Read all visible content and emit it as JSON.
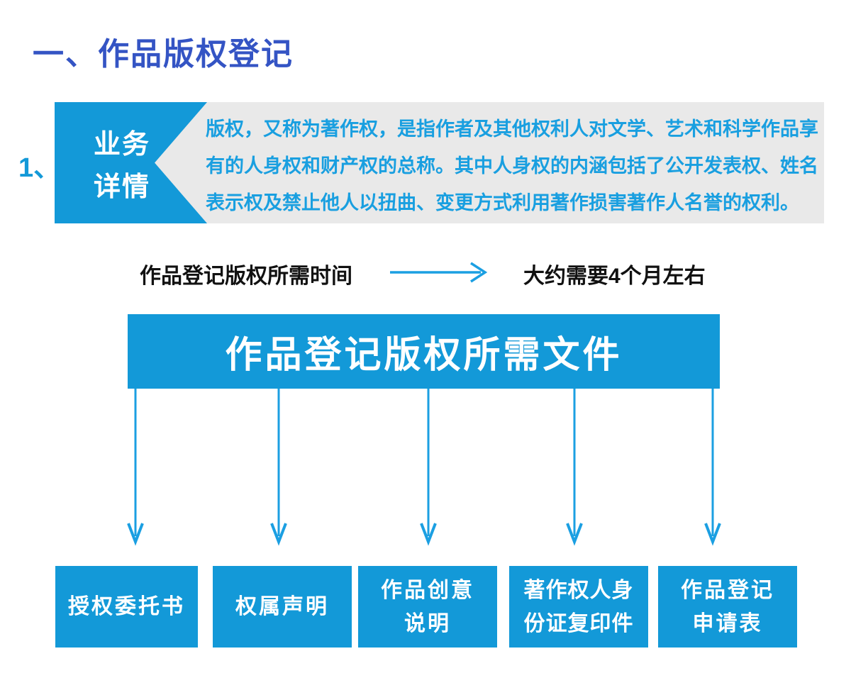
{
  "title": "一、作品版权登记",
  "item_number": "1、",
  "business": {
    "tab_line1": "业务",
    "tab_line2": "详情",
    "desc_line1": "版权，又称为著作权，是指作者及其他权利人对文学、艺术和科学作品享",
    "desc_line2": "有的人身权和财产权的总称。其中人身权的内涵包括了公开发表权、姓名",
    "desc_line3": "表示权及禁止他人以扭曲、变更方式利用著作损害著作人名誉的权利。"
  },
  "time_row": {
    "label": "作品登记版权所需时间",
    "value": "大约需要4个月左右"
  },
  "documents": {
    "banner": "作品登记版权所需文件",
    "items": [
      {
        "line1": "授权委托书",
        "line2": ""
      },
      {
        "line1": "权属声明",
        "line2": ""
      },
      {
        "line1": "作品创意",
        "line2": "说明"
      },
      {
        "line1": "著作权人身",
        "line2": "份证复印件"
      },
      {
        "line1": "作品登记",
        "line2": "申请表"
      }
    ]
  },
  "colors": {
    "azure": "#1399d8",
    "arrow_blue": "#1b9fe2",
    "text_blue": "#199fe0",
    "title_blue": "#3454c4",
    "panel_gray": "#e9e9e9"
  }
}
